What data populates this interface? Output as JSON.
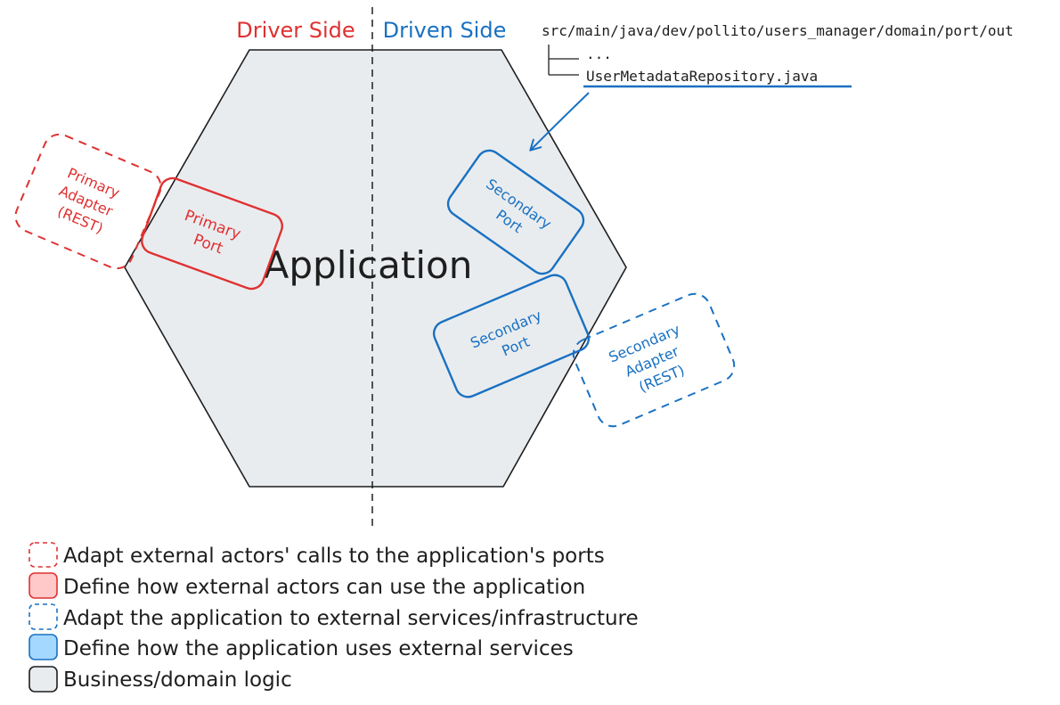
{
  "colors": {
    "red": "#e03131",
    "red_fill": "#ffc9c9",
    "blue": "#1971c2",
    "blue_fill": "#a5d8ff",
    "hex_fill": "#e9ecef",
    "ink": "#1e1e1e"
  },
  "headers": {
    "driver_side": "Driver Side",
    "driven_side": "Driven Side"
  },
  "hexagon": {
    "label": "Application"
  },
  "primary_adapter": {
    "line1": "Primary",
    "line2": "Adapter",
    "line3": "(REST)"
  },
  "primary_port": {
    "line1": "Primary",
    "line2": "Port"
  },
  "secondary_port_top": {
    "line1": "Secondary",
    "line2": "Port"
  },
  "secondary_port_bottom": {
    "line1": "Secondary",
    "line2": "Port"
  },
  "secondary_adapter": {
    "line1": "Secondary",
    "line2": "Adapter",
    "line3": "(REST)"
  },
  "file_tree": {
    "path": "src/main/java/dev/pollito/users_manager/domain/port/out",
    "ellipsis": "...",
    "file": "UserMetadataRepository.java"
  },
  "legend": [
    {
      "icon": "dashed-red-square-icon",
      "text": "Adapt external actors' calls to the application's ports"
    },
    {
      "icon": "filled-red-square-icon",
      "text": "Define how external actors can use the application"
    },
    {
      "icon": "dashed-blue-square-icon",
      "text": "Adapt the application to external services/infrastructure"
    },
    {
      "icon": "filled-blue-square-icon",
      "text": "Define how the application uses external services"
    },
    {
      "icon": "filled-gray-square-icon",
      "text": "Business/domain logic"
    }
  ]
}
